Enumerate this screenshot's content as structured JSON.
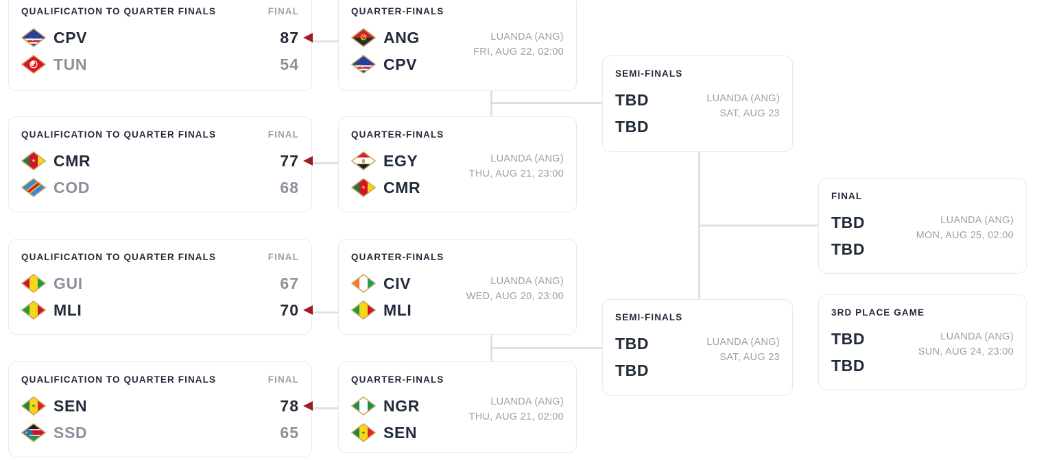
{
  "colors": {
    "text_dark": "#222b3a",
    "text_muted": "#9aa0a9",
    "winner_arrow_red": "#a11b25",
    "connector_gray": "#e0e0e3",
    "card_border": "#e9e9ec",
    "flag_border_gold": "#c9a45c"
  },
  "qualifiers": [
    {
      "title": "QUALIFICATION TO QUARTER FINALS",
      "status": "FINAL",
      "teams": [
        {
          "code": "CPV",
          "score": "87",
          "winner": true,
          "flag": "flag-cpv-icon"
        },
        {
          "code": "TUN",
          "score": "54",
          "winner": false,
          "flag": "flag-tun-icon"
        }
      ]
    },
    {
      "title": "QUALIFICATION TO QUARTER FINALS",
      "status": "FINAL",
      "teams": [
        {
          "code": "CMR",
          "score": "77",
          "winner": true,
          "flag": "flag-cmr-icon"
        },
        {
          "code": "COD",
          "score": "68",
          "winner": false,
          "flag": "flag-cod-icon"
        }
      ]
    },
    {
      "title": "QUALIFICATION TO QUARTER FINALS",
      "status": "FINAL",
      "teams": [
        {
          "code": "GUI",
          "score": "67",
          "winner": false,
          "flag": "flag-gui-icon"
        },
        {
          "code": "MLI",
          "score": "70",
          "winner": true,
          "flag": "flag-mli-icon"
        }
      ]
    },
    {
      "title": "QUALIFICATION TO QUARTER FINALS",
      "status": "FINAL",
      "teams": [
        {
          "code": "SEN",
          "score": "78",
          "winner": true,
          "flag": "flag-sen-icon"
        },
        {
          "code": "SSD",
          "score": "65",
          "winner": false,
          "flag": "flag-ssd-icon"
        }
      ]
    }
  ],
  "quarterfinals": [
    {
      "title": "QUARTER-FINALS",
      "venue": "LUANDA (ANG)",
      "datetime": "FRI, AUG 22, 02:00",
      "teams": [
        {
          "code": "ANG",
          "flag": "flag-ang-icon"
        },
        {
          "code": "CPV",
          "flag": "flag-cpv-icon"
        }
      ]
    },
    {
      "title": "QUARTER-FINALS",
      "venue": "LUANDA (ANG)",
      "datetime": "THU, AUG 21, 23:00",
      "teams": [
        {
          "code": "EGY",
          "flag": "flag-egy-icon"
        },
        {
          "code": "CMR",
          "flag": "flag-cmr-icon"
        }
      ]
    },
    {
      "title": "QUARTER-FINALS",
      "venue": "LUANDA (ANG)",
      "datetime": "WED, AUG 20, 23:00",
      "teams": [
        {
          "code": "CIV",
          "flag": "flag-civ-icon"
        },
        {
          "code": "MLI",
          "flag": "flag-mli-icon"
        }
      ]
    },
    {
      "title": "QUARTER-FINALS",
      "venue": "LUANDA (ANG)",
      "datetime": "THU, AUG 21, 02:00",
      "teams": [
        {
          "code": "NGR",
          "flag": "flag-ngr-icon"
        },
        {
          "code": "SEN",
          "flag": "flag-sen-icon"
        }
      ]
    }
  ],
  "semifinals": [
    {
      "title": "SEMI-FINALS",
      "venue": "LUANDA (ANG)",
      "datetime": "SAT, AUG 23",
      "teams": [
        "TBD",
        "TBD"
      ]
    },
    {
      "title": "SEMI-FINALS",
      "venue": "LUANDA (ANG)",
      "datetime": "SAT, AUG 23",
      "teams": [
        "TBD",
        "TBD"
      ]
    }
  ],
  "final": {
    "title": "FINAL",
    "venue": "LUANDA (ANG)",
    "datetime": "MON, AUG 25, 02:00",
    "teams": [
      "TBD",
      "TBD"
    ]
  },
  "third_place": {
    "title": "3RD PLACE GAME",
    "venue": "LUANDA (ANG)",
    "datetime": "SUN, AUG 24, 23:00",
    "teams": [
      "TBD",
      "TBD"
    ]
  }
}
